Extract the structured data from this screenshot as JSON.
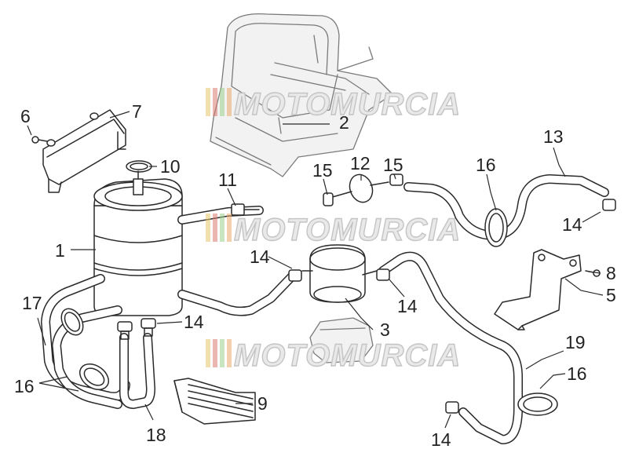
{
  "watermark": {
    "text": "MOTOMURCIA",
    "colors": [
      "#e6c46a",
      "#d97a6e",
      "#9ccf8a",
      "#e9a86a"
    ]
  },
  "callouts": [
    {
      "id": "1",
      "label": "1"
    },
    {
      "id": "2",
      "label": "2"
    },
    {
      "id": "3",
      "label": "3"
    },
    {
      "id": "5",
      "label": "5"
    },
    {
      "id": "6",
      "label": "6"
    },
    {
      "id": "7",
      "label": "7"
    },
    {
      "id": "8",
      "label": "8"
    },
    {
      "id": "9",
      "label": "9"
    },
    {
      "id": "10",
      "label": "10"
    },
    {
      "id": "11",
      "label": "11"
    },
    {
      "id": "12",
      "label": "12"
    },
    {
      "id": "13",
      "label": "13"
    },
    {
      "id": "14a",
      "label": "14"
    },
    {
      "id": "14b",
      "label": "14"
    },
    {
      "id": "14c",
      "label": "14"
    },
    {
      "id": "14d",
      "label": "14"
    },
    {
      "id": "14e",
      "label": "14"
    },
    {
      "id": "15a",
      "label": "15"
    },
    {
      "id": "15b",
      "label": "15"
    },
    {
      "id": "16a",
      "label": "16"
    },
    {
      "id": "16b",
      "label": "16"
    },
    {
      "id": "16c",
      "label": "16"
    },
    {
      "id": "17",
      "label": "17"
    },
    {
      "id": "18",
      "label": "18"
    },
    {
      "id": "19",
      "label": "19"
    }
  ]
}
